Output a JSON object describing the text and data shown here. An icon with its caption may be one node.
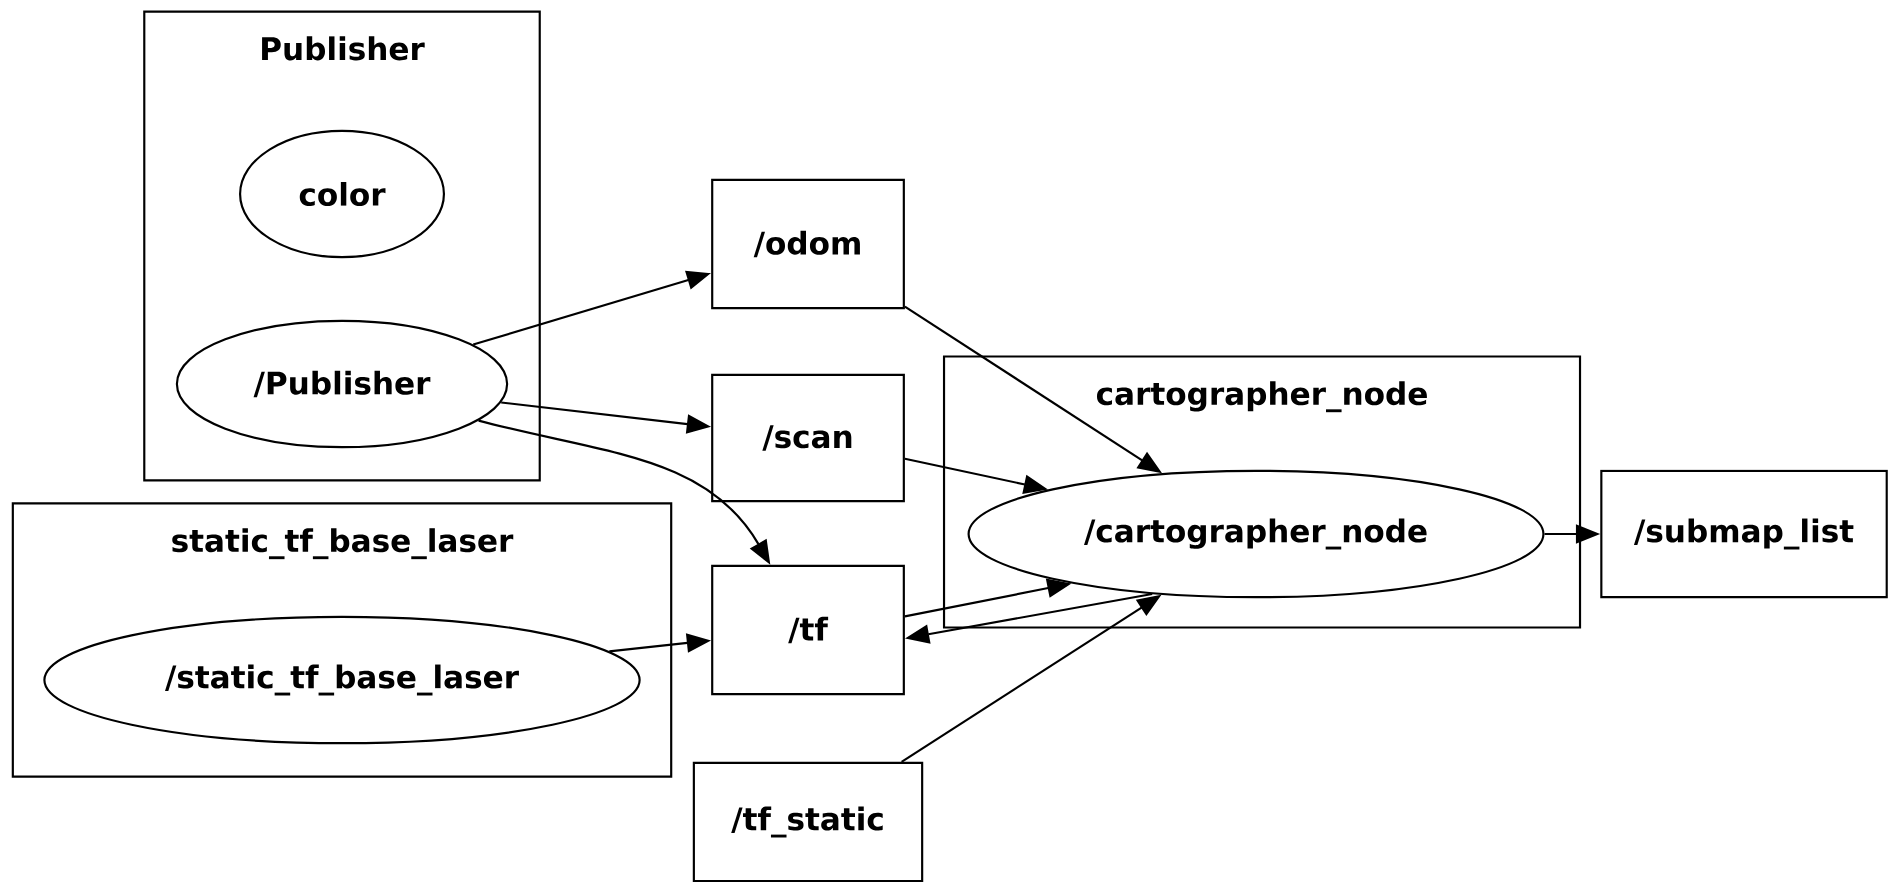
{
  "diagram": {
    "nodes": [
      {
        "text": [
          "Publisher"
        ]
      },
      {
        "text": [
          "color"
        ],
        "in": 0
      },
      {
        "text": [
          "/Publisher"
        ],
        "in": 0
      },
      {
        "text": [
          "/odom"
        ]
      },
      {
        "text": [
          "/scan"
        ]
      },
      {
        "text": [
          "static_tf_base_laser"
        ]
      },
      {
        "text": [
          "/static_tf_base_laser"
        ],
        "in": 5
      },
      {
        "text": [
          "/tf"
        ]
      },
      {
        "text": [
          "cartographer_node"
        ]
      },
      {
        "text": [
          "/cartographer_node"
        ],
        "in": 8
      },
      {
        "text": [
          "/submap_list"
        ]
      },
      {
        "text": [
          "/tf_static"
        ]
      }
    ],
    "edges": [
      {
        "from": 2,
        "to": 3,
        "arrow": "to"
      },
      {
        "from": 2,
        "to": 4,
        "arrow": "to"
      },
      {
        "from": 2,
        "to": 7,
        "arrow": "to"
      },
      {
        "from": 6,
        "to": 7,
        "arrow": "to"
      },
      {
        "from": 3,
        "to": 9,
        "arrow": "to"
      },
      {
        "from": 4,
        "to": 9,
        "arrow": "to"
      },
      {
        "from": 7,
        "to": 9,
        "arrow": "to"
      },
      {
        "from": 9,
        "to": 7,
        "arrow": "to"
      },
      {
        "from": 11,
        "to": 9,
        "arrow": "to"
      },
      {
        "from": 9,
        "to": 10,
        "arrow": "to"
      }
    ]
  }
}
